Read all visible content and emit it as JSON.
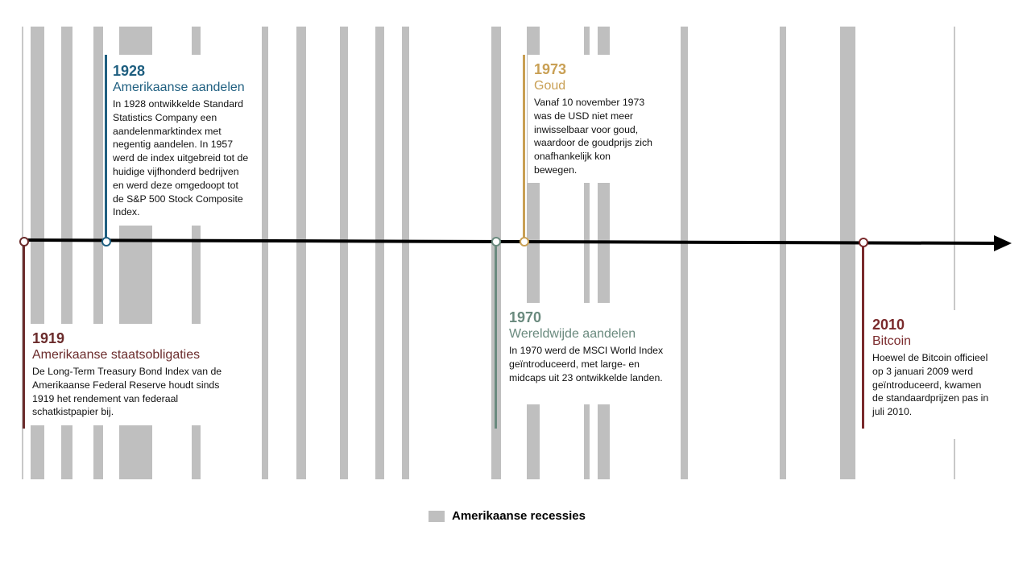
{
  "axis": {
    "start_year": 1919,
    "end_year": 2020
  },
  "chart_data": {
    "type": "timeline",
    "recessions": [
      [
        1919.8,
        1921.3
      ],
      [
        1923.1,
        1924.3
      ],
      [
        1926.6,
        1927.6
      ],
      [
        1929.4,
        1933.0
      ],
      [
        1937.2,
        1938.2
      ],
      [
        1944.8,
        1945.5
      ],
      [
        1948.6,
        1949.6
      ],
      [
        1953.3,
        1954.2
      ],
      [
        1957.1,
        1958.1
      ],
      [
        1960.0,
        1960.8
      ],
      [
        1969.7,
        1970.7
      ],
      [
        1973.5,
        1974.9
      ],
      [
        1979.7,
        1980.3
      ],
      [
        1981.2,
        1982.5
      ],
      [
        1990.2,
        1991.0
      ],
      [
        2000.9,
        2001.6
      ],
      [
        2007.5,
        2009.1
      ]
    ]
  },
  "events": [
    {
      "year": "1919",
      "title": "Amerikaanse staatsobligaties",
      "text": "De Long-Term Treasury Bond Index van de Amerikaanse Federal Reserve houdt sinds 1919 het rendement van federaal schatkistpapier bij.",
      "color": "#6b2c2c"
    },
    {
      "year": "1928",
      "title": "Amerikaanse aandelen",
      "text": "In 1928 ontwikkelde Standard Statistics Company een aandelenmarktindex met negentig aandelen. In 1957 werd de index uitgebreid tot de huidige vijfhonderd bedrijven en werd deze omgedoopt tot de S&P 500 Stock Composite Index.",
      "color": "#1f5f80"
    },
    {
      "year": "1970",
      "title": "Wereldwijde aandelen",
      "text": "In 1970 werd de MSCI World Index geïntroduceerd, met large- en midcaps uit 23 ontwikkelde landen.",
      "color": "#6a8a7e"
    },
    {
      "year": "1973",
      "title": "Goud",
      "text": "Vanaf 10 november 1973 was de USD niet meer inwisselbaar voor goud, waardoor de goudprijs zich onafhankelijk kon bewegen.",
      "color": "#c9a055"
    },
    {
      "year": "2010",
      "title": "Bitcoin",
      "text": "Hoewel de Bitcoin officieel op 3 januari 2009 werd geïntroduceerd, kwamen de standaardprijzen pas in juli 2010.",
      "color": "#7a2a2c"
    }
  ],
  "legend": {
    "label": "Amerikaanse recessies",
    "color": "#bfbfbf"
  }
}
